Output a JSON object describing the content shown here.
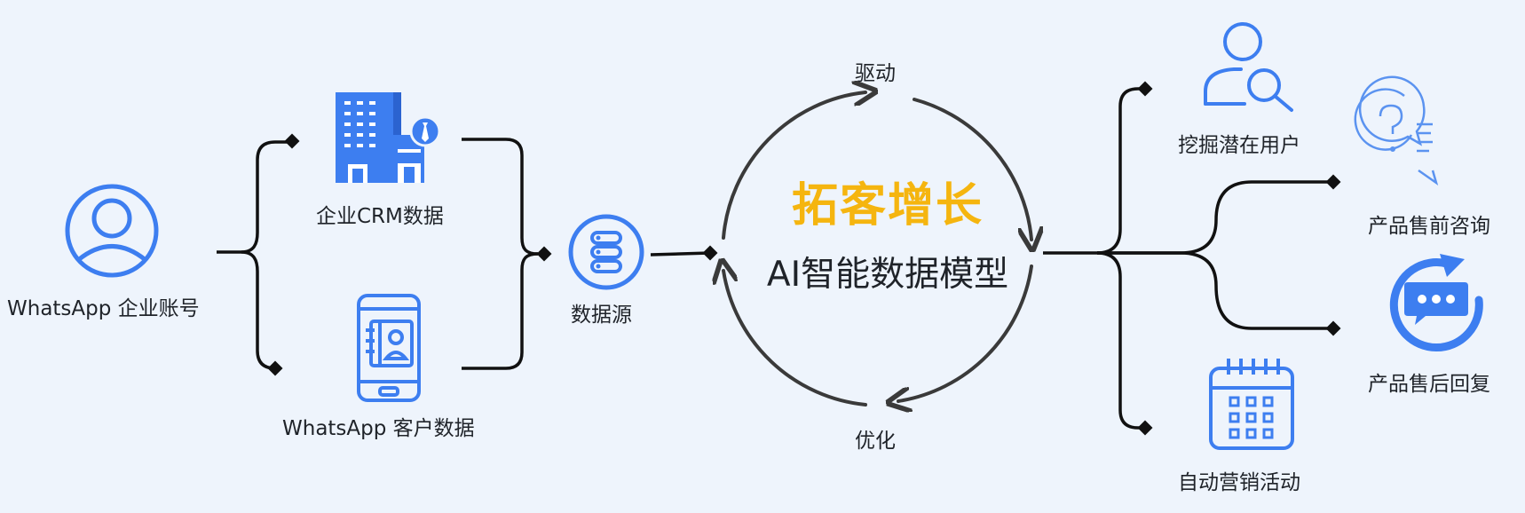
{
  "source": {
    "label": "WhatsApp 企业账号"
  },
  "inputs": [
    {
      "label": "企业CRM数据"
    },
    {
      "label": "WhatsApp 客户数据"
    }
  ],
  "hub": {
    "label": "数据源"
  },
  "cycle": {
    "title": "拓客增长",
    "subtitle": "AI智能数据模型",
    "top_label": "驱动",
    "bottom_label": "优化"
  },
  "outputs": [
    {
      "label": "挖掘潜在用户"
    },
    {
      "label": "产品售前咨询"
    },
    {
      "label": "产品售后回复"
    },
    {
      "label": "自动营销活动"
    }
  ],
  "icons": {
    "user": "user-circle-icon",
    "building": "office-building-icon",
    "phone": "phone-contact-icon",
    "database": "database-icon",
    "search_user": "user-search-icon",
    "chat_question": "chat-question-icon",
    "chat_reply": "chat-reply-icon",
    "calendar": "calendar-icon"
  },
  "colors": {
    "background": "#eef4fc",
    "primary_blue": "#3d7ef0",
    "title_yellow": "#f5b50f",
    "text": "#1f2329",
    "connector": "#111111",
    "arrow_gray": "#3a3a3a"
  }
}
